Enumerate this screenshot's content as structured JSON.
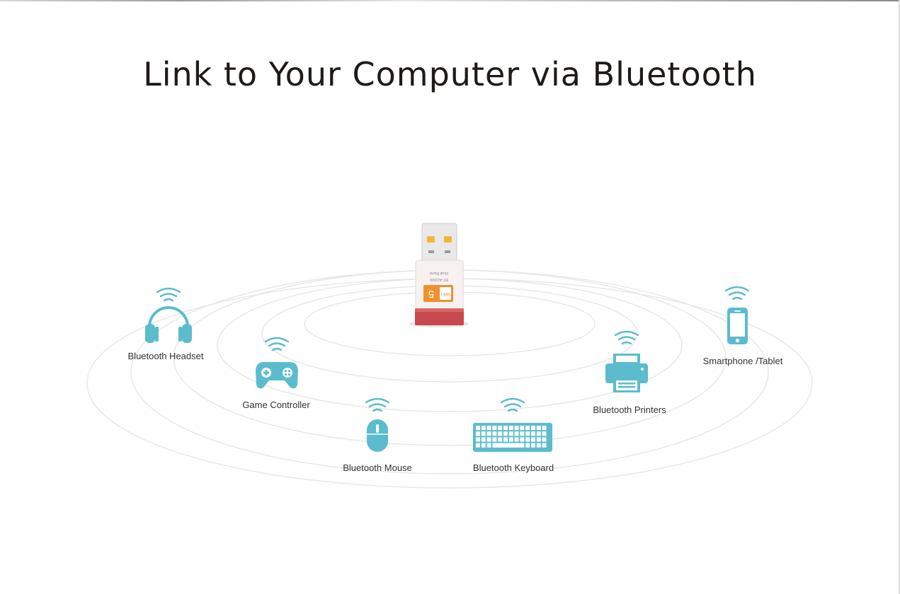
{
  "title": "Link to Your Computer via Bluetooth",
  "colors": {
    "icon": "#5bbccd",
    "dongle_red": "#c8494d",
    "dongle_orange": "#f0902e",
    "text": "#1e1a18",
    "label_text": "#333333",
    "rings": "#e8e8e8"
  },
  "dongle": {
    "badge_text": "5",
    "badge_wifi": "WiFi",
    "model_line1": "BT-AC600",
    "model_line2": "Dual Band"
  },
  "devices": [
    {
      "id": "headset",
      "label": "Bluetooth Headset",
      "icon": "headphones-icon"
    },
    {
      "id": "controller",
      "label": "Game Controller",
      "icon": "gamepad-icon"
    },
    {
      "id": "mouse",
      "label": "Bluetooth Mouse",
      "icon": "mouse-icon"
    },
    {
      "id": "keyboard",
      "label": "Bluetooth Keyboard",
      "icon": "keyboard-icon"
    },
    {
      "id": "printer",
      "label": "Bluetooth Printers",
      "icon": "printer-icon"
    },
    {
      "id": "phone",
      "label": "Smartphone /Tablet",
      "icon": "smartphone-icon"
    }
  ]
}
